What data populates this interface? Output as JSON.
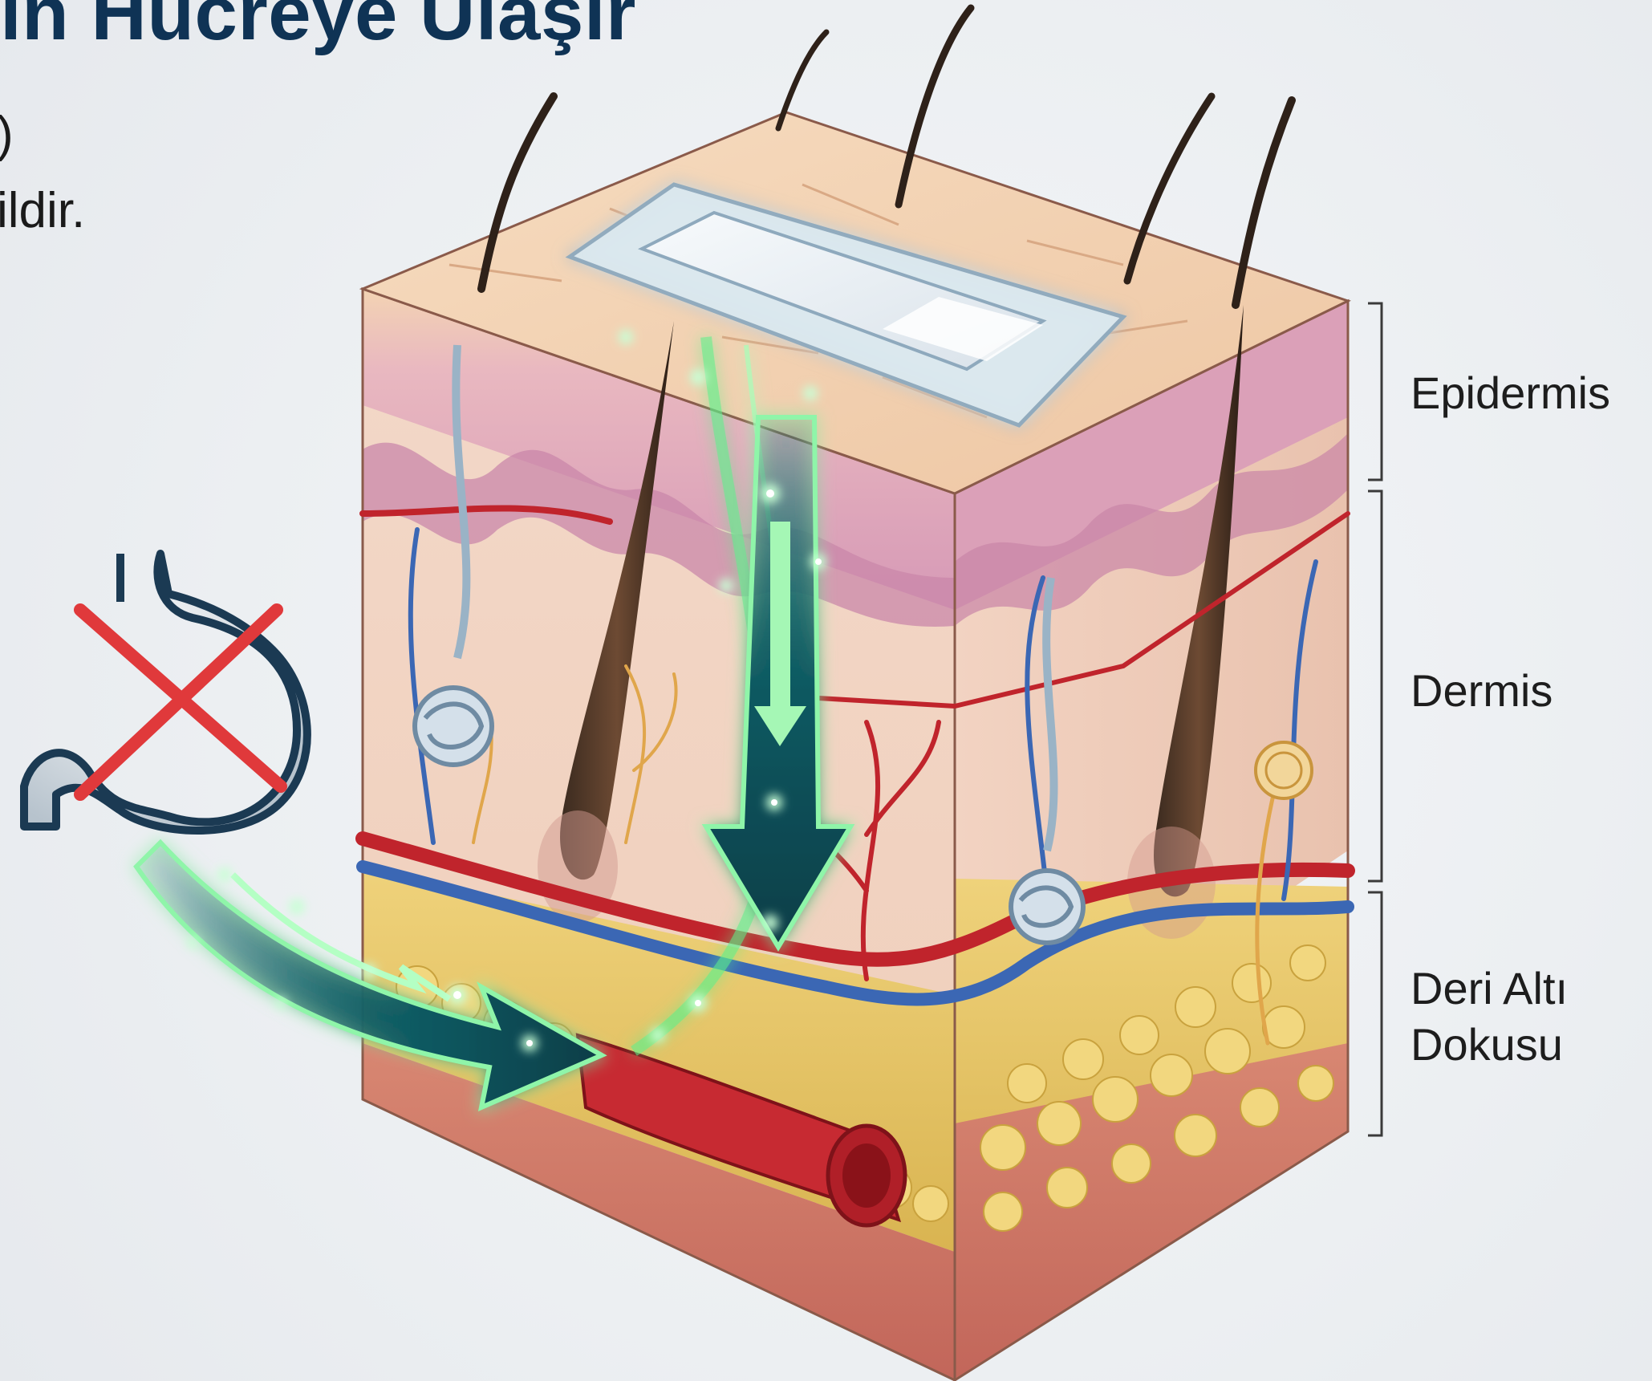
{
  "title_fragment": "ın Hücreye Ulaşır",
  "subtitle_lines": [
    ")",
    "ildir."
  ],
  "layers": {
    "epidermis": "Epidermis",
    "dermis": "Dermis",
    "subcutaneous_line1": "Deri Altı",
    "subcutaneous_line2": "Dokusu"
  },
  "colors": {
    "title": "#0f3355",
    "glow_green": "#5cf08a",
    "arrow_dark": "#0e4650",
    "vessel_red": "#c0242c",
    "vein_blue": "#3b67b4",
    "fat_yellow": "#e8c863",
    "skin_top": "#f2cfae",
    "epidermis_pink": "#d99bb8",
    "cross_red": "#e0393b"
  },
  "icons": {
    "stomach": "stomach-icon",
    "cross": "cross-mark-icon",
    "patch": "transdermal-patch-icon"
  }
}
